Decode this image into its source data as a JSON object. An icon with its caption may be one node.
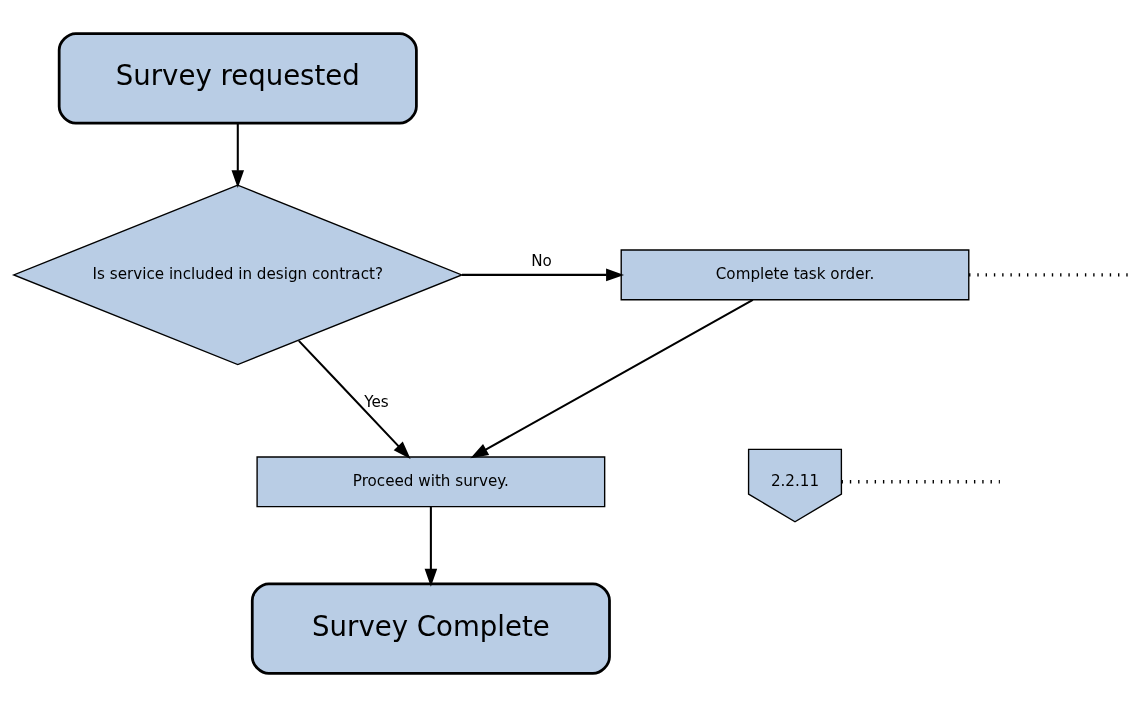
{
  "diagram": {
    "nodes": [
      {
        "text": [
          "Survey requested"
        ]
      },
      {
        "text": [
          "Is service included in design contract?"
        ]
      },
      {
        "text": [
          "Complete task order."
        ]
      },
      {
        "text": [
          "2.2.11"
        ]
      },
      {
        "text": [
          "Proceed with survey."
        ]
      },
      {
        "text": [
          "Survey Complete"
        ]
      }
    ],
    "edges": [
      {
        "from": 0,
        "to": 1,
        "arrow": "to"
      },
      {
        "from": 1,
        "to": 2,
        "arrow": "to",
        "label": "No"
      },
      {
        "from": 2,
        "to": null,
        "arrow": "none",
        "style": "dashed"
      },
      {
        "from": 3,
        "to": null,
        "arrow": "none",
        "style": "dashed"
      },
      {
        "from": 1,
        "to": 4,
        "arrow": "to",
        "label": "Yes"
      },
      {
        "from": 2,
        "to": 4,
        "arrow": "to"
      },
      {
        "from": 4,
        "to": 5,
        "arrow": "to"
      }
    ]
  }
}
